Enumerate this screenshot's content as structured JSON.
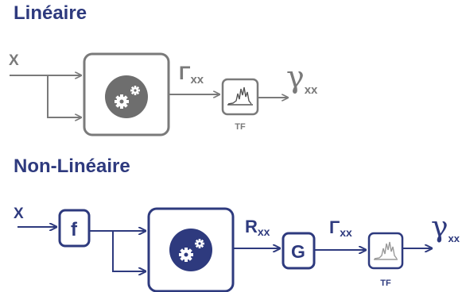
{
  "linear": {
    "title": "Linéaire",
    "input": "X",
    "out_gamma": "Γ",
    "out_gamma_sub": "xx",
    "tf": "TF",
    "coh": "γ",
    "coh_sub": "xx",
    "color": "#7a7a7a"
  },
  "nonlinear": {
    "title": "Non-Linéaire",
    "input": "X",
    "f_block": "f",
    "out_r": "R",
    "out_r_sub": "xx",
    "g_block": "G",
    "out_gamma": "Γ",
    "out_gamma_sub": "xx",
    "tf": "TF",
    "coh": "γ",
    "coh_sub": "xx",
    "color": "#2e3a7e"
  },
  "icons": {
    "processor": "gears-icon",
    "spectrum": "spectrum-icon"
  }
}
